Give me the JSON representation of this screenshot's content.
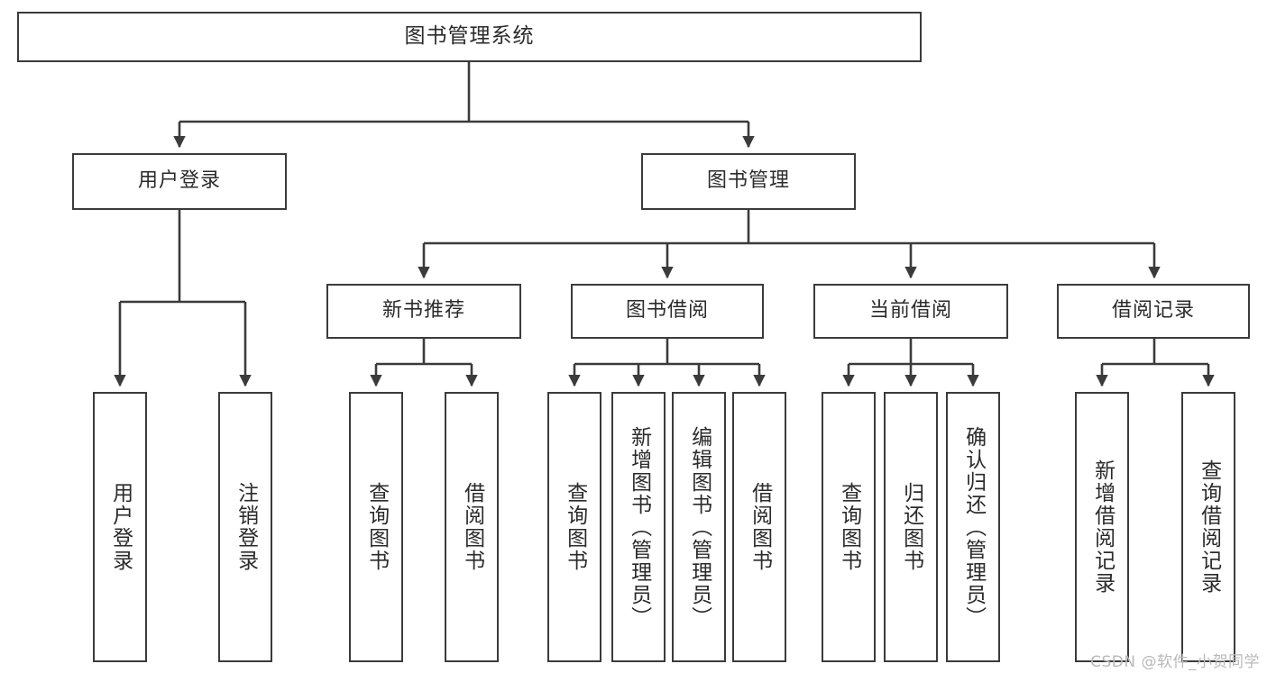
{
  "diagram": {
    "type": "tree-hierarchy",
    "title": "图书管理系统",
    "stroke_color": "#3b3b3b",
    "text_color": "#2b2b2b",
    "background": "#ffffff"
  },
  "root": {
    "label": "图书管理系统"
  },
  "level2": [
    {
      "label": "用户登录"
    },
    {
      "label": "图书管理"
    }
  ],
  "level3": [
    {
      "label": "新书推荐"
    },
    {
      "label": "图书借阅"
    },
    {
      "label": "当前借阅"
    },
    {
      "label": "借阅记录"
    }
  ],
  "leaves": {
    "user_login": [
      {
        "label": "用户登录"
      },
      {
        "label": "注销登录"
      }
    ],
    "new_book": [
      {
        "label": "查询图书"
      },
      {
        "label": "借阅图书"
      }
    ],
    "book_borrow": [
      {
        "label": "查询图书"
      },
      {
        "label": "新增图书（管理员）"
      },
      {
        "label": "编辑图书（管理员）"
      },
      {
        "label": "借阅图书"
      }
    ],
    "current_borrow": [
      {
        "label": "查询图书"
      },
      {
        "label": "归还图书"
      },
      {
        "label": "确认归还（管理员）"
      }
    ],
    "borrow_record": [
      {
        "label": "新增借阅记录"
      },
      {
        "label": "查询借阅记录"
      }
    ]
  },
  "watermark": {
    "text": "CSDN @软件_小贺同学"
  }
}
